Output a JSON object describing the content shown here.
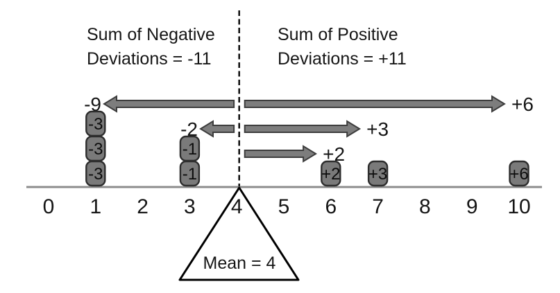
{
  "chart_data": {
    "type": "scatter",
    "x_values": [
      1,
      1,
      1,
      3,
      3,
      6,
      7,
      10
    ],
    "mean": 4,
    "deviations": [
      -3,
      -3,
      -3,
      -1,
      -1,
      2,
      3,
      6
    ],
    "sum_negative_deviations": -11,
    "sum_positive_deviations": 11,
    "xlim": [
      0,
      10
    ],
    "x_ticks": [
      "0",
      "1",
      "2",
      "3",
      "4",
      "5",
      "6",
      "7",
      "8",
      "9",
      "10"
    ],
    "stacks": [
      {
        "x": 1,
        "cells": [
          "-3",
          "-3",
          "-3"
        ]
      },
      {
        "x": 3,
        "cells": [
          "-1",
          "-1"
        ]
      },
      {
        "x": 6,
        "cells": [
          "+2"
        ]
      },
      {
        "x": 7,
        "cells": [
          "+3"
        ]
      },
      {
        "x": 10,
        "cells": [
          "+6"
        ]
      }
    ],
    "arrows": [
      {
        "label": "-9",
        "dir": "left",
        "tail": 3.94,
        "tip": 1.18,
        "row": 0
      },
      {
        "label": "+6",
        "dir": "right",
        "tail": 4.17,
        "tip": 9.69,
        "row": 0
      },
      {
        "label": "-2",
        "dir": "left",
        "tail": 3.94,
        "tip": 3.23,
        "row": 1
      },
      {
        "label": "+3",
        "dir": "right",
        "tail": 4.17,
        "tip": 6.61,
        "row": 1
      },
      {
        "label": "+2",
        "dir": "right",
        "tail": 4.17,
        "tip": 5.68,
        "row": 2
      }
    ],
    "labels": {
      "negative_title_line1": "Sum of Negative",
      "negative_title_line2": "Deviations = -11",
      "positive_title_line1": "Sum of Positive",
      "positive_title_line2": "Deviations = +11",
      "mean_label": "Mean = 4"
    },
    "colors": {
      "box_fill": "#7a7a7a",
      "box_border": "#2d2d2d",
      "arrow_fill": "#7d7d7d",
      "arrow_border": "#3c3c3c",
      "axis_line": "#8c8c8c",
      "mean_dash": "#151515",
      "text": "#151515",
      "triangle_fill": "#ffffff",
      "triangle_border": "#000000"
    }
  }
}
